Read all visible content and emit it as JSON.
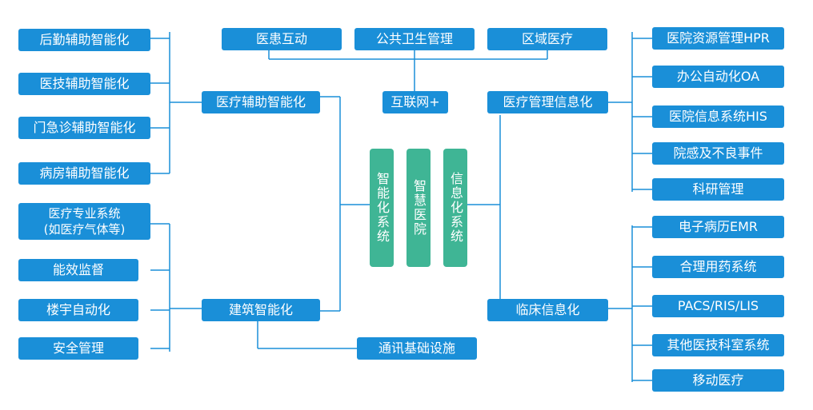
{
  "center": {
    "smart_system": "智能化系统",
    "smart_hospital": "智慧医院",
    "info_system": "信息化系统"
  },
  "top": {
    "doctor_patient": "医患互动",
    "public_health": "公共卫生管理",
    "regional_medical": "区域医疗",
    "internet_plus": "互联网+"
  },
  "left_top": {
    "hub": "医疗辅助智能化",
    "items": [
      "后勤辅助智能化",
      "医技辅助智能化",
      "门急诊辅助智能化",
      "病房辅助智能化"
    ]
  },
  "left_bottom": {
    "hub": "建筑智能化",
    "items": [
      "医疗专业系统\n(如医疗气体等)",
      "能效监督",
      "楼宇自动化",
      "安全管理"
    ],
    "comm": "通讯基础设施"
  },
  "right_top": {
    "hub": "医疗管理信息化",
    "items": [
      "医院资源管理HPR",
      "办公自动化OA",
      "医院信息系统HIS",
      "院感及不良事件",
      "科研管理"
    ]
  },
  "right_bottom": {
    "hub": "临床信息化",
    "items": [
      "电子病历EMR",
      "合理用药系统",
      "PACS/RIS/LIS",
      "其他医技科室系统",
      "移动医疗"
    ]
  },
  "colors": {
    "blue": "#1a8fd8",
    "green": "#3fb595"
  }
}
